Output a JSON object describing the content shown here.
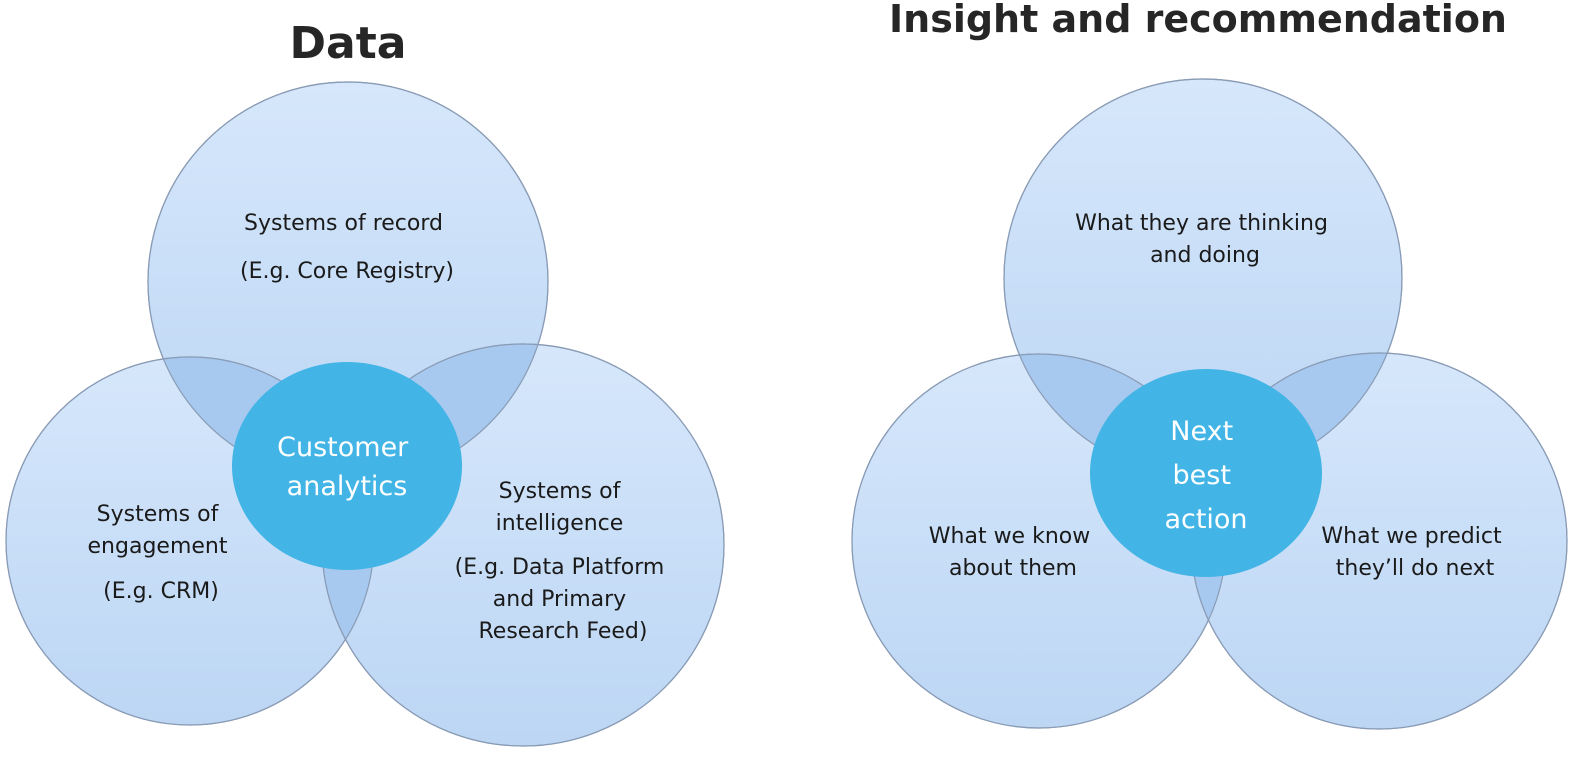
{
  "colors": {
    "circle_top": "#d6e7fb",
    "circle_bottom": "#bcd6f4",
    "overlap": "#a7c8ef",
    "center": "#42b4e5",
    "title": "#262626"
  },
  "left": {
    "title": "Data",
    "top_circle": [
      "Systems of record",
      "(E.g. Core Registry)"
    ],
    "left_circle": [
      "Systems of",
      "engagement",
      "(E.g. CRM)"
    ],
    "right_circle": [
      "Systems of",
      "intelligence",
      "(E.g. Data Platform",
      "and Primary",
      "Research Feed)"
    ],
    "center": [
      "Customer",
      "analytics"
    ]
  },
  "right": {
    "title": "Insight and recommendation",
    "top_circle": [
      "What they are thinking",
      "and doing"
    ],
    "left_circle": [
      "What we know",
      "about them"
    ],
    "right_circle": [
      "What we predict",
      "they’ll do next"
    ],
    "center": [
      "Next",
      "best",
      "action"
    ]
  }
}
